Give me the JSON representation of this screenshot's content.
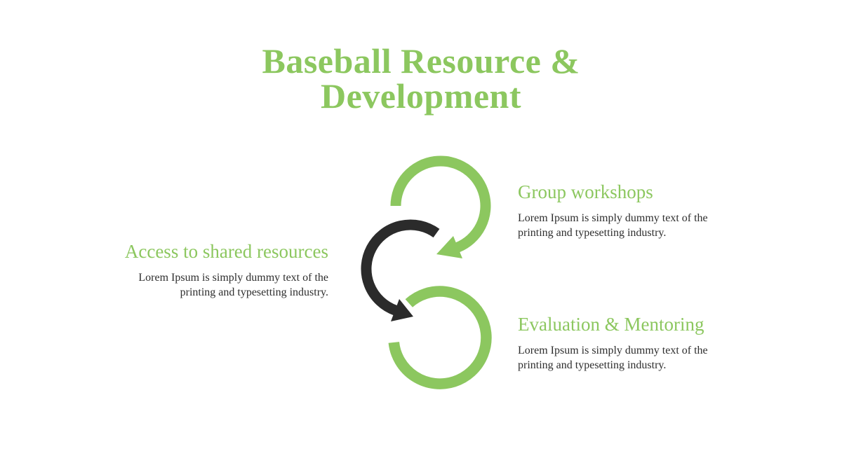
{
  "title": {
    "line1": "Baseball Resource &",
    "line2": "Development"
  },
  "colors": {
    "green": "#8CC75F",
    "dark": "#2B2B2B",
    "body_text": "#2E2E2E"
  },
  "steps": [
    {
      "heading": "Group workshops",
      "body": "Lorem Ipsum is simply dummy text of the printing and typesetting industry."
    },
    {
      "heading": "Access to shared resources",
      "body": "Lorem Ipsum is simply dummy text of the printing and typesetting industry."
    },
    {
      "heading": "Evaluation & Mentoring",
      "body": "Lorem Ipsum is simply dummy text of the printing and typesetting industry."
    }
  ],
  "diagram": {
    "arrows": [
      {
        "name": "top-cycle-arrow",
        "color": "#8CC75F",
        "direction": "clockwise"
      },
      {
        "name": "middle-cycle-arrow",
        "color": "#2B2B2B",
        "direction": "counterclockwise"
      },
      {
        "name": "bottom-cycle-ring",
        "color": "#8CC75F",
        "direction": "none"
      }
    ]
  }
}
